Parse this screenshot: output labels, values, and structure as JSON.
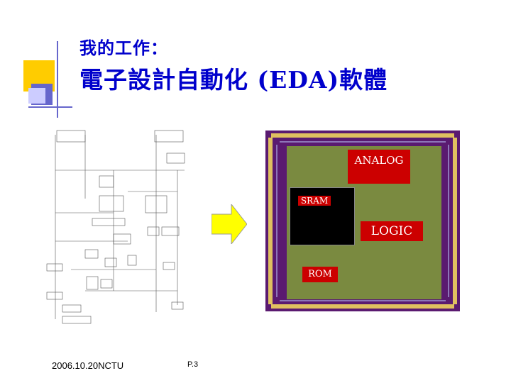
{
  "slide": {
    "subtitle": "我的工作：",
    "title": "電子設計自動化 (EDA)軟體"
  },
  "chip": {
    "analog_label": "ANALOG",
    "sram_label": "SRAM",
    "logic_label": "LOGIC",
    "rom_label": "ROM"
  },
  "footer": {
    "date": "2006.10.20NCTU",
    "page": "P.3"
  },
  "colors": {
    "title": "#0000cc",
    "accent_yellow": "#ffcc00",
    "accent_blue": "#6666cc",
    "chip_block": "#cc0000",
    "chip_background": "#5a1a70"
  }
}
